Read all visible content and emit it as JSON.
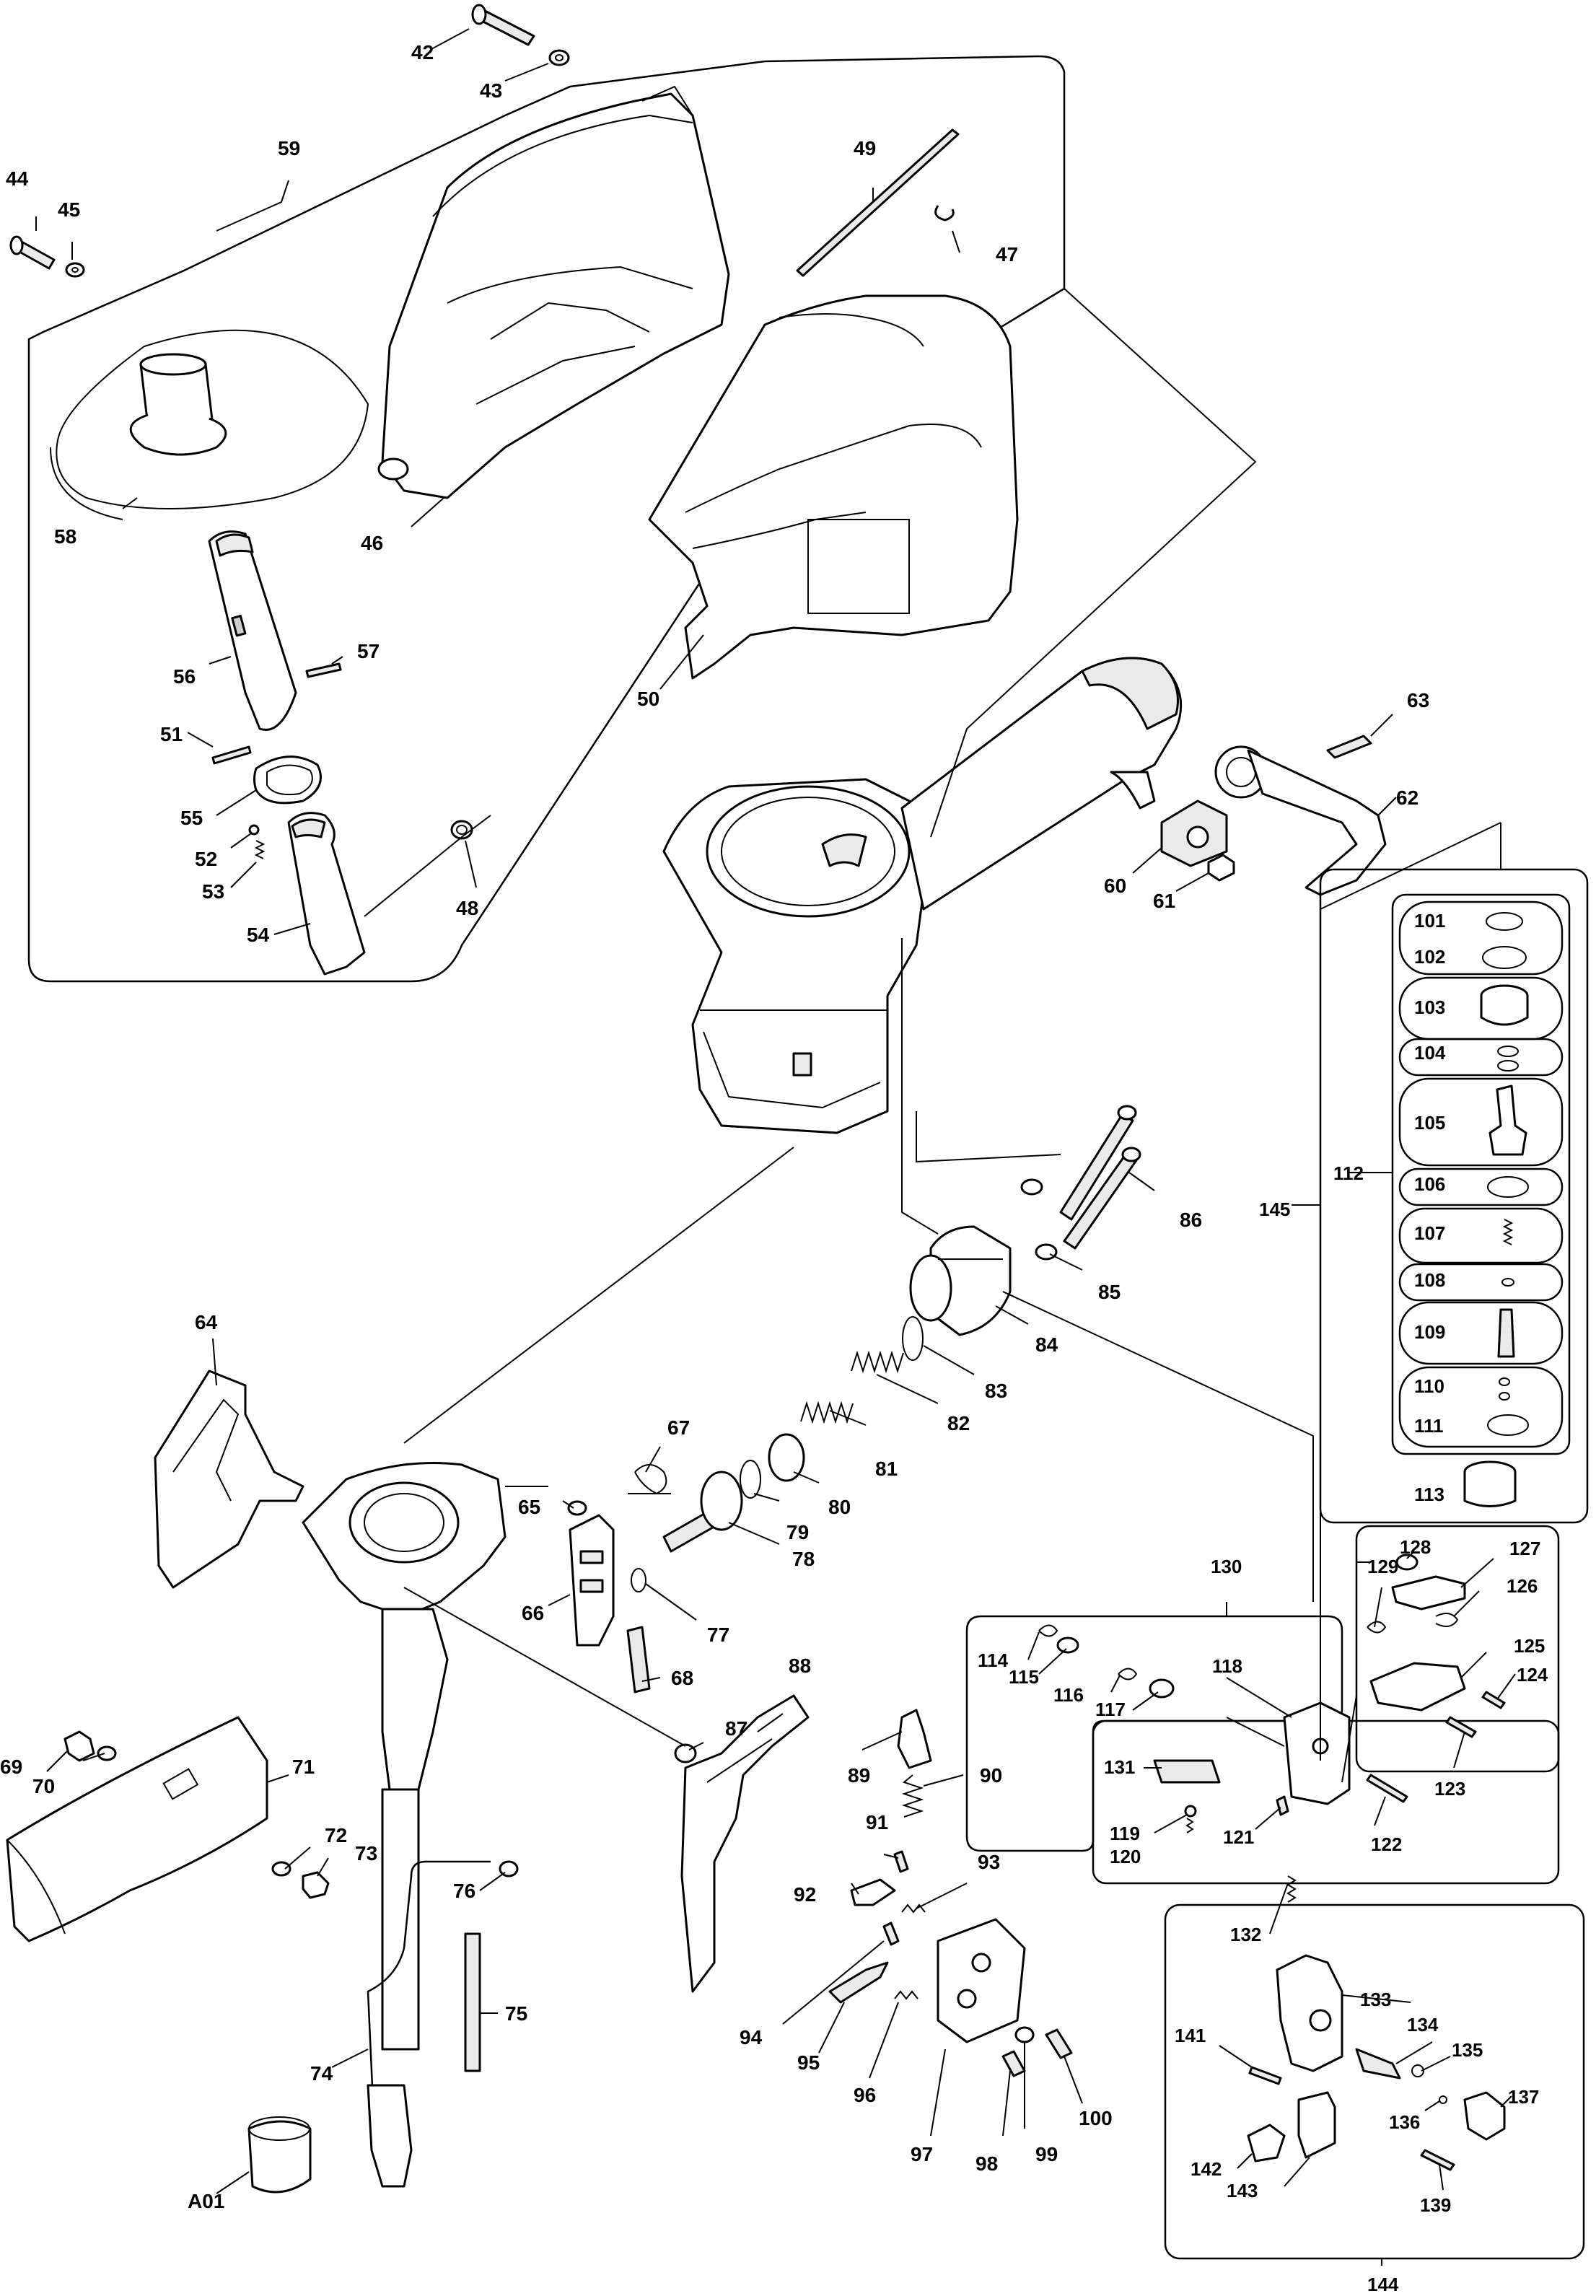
{
  "labels": {
    "n42": "42",
    "n43": "43",
    "n44": "44",
    "n45": "45",
    "n46": "46",
    "n47": "47",
    "n48": "48",
    "n49": "49",
    "n50": "50",
    "n51": "51",
    "n52": "52",
    "n53": "53",
    "n54": "54",
    "n55": "55",
    "n56": "56",
    "n57": "57",
    "n58": "58",
    "n59": "59",
    "n60": "60",
    "n61": "61",
    "n62": "62",
    "n63": "63",
    "n64": "64",
    "n65": "65",
    "n66": "66",
    "n67": "67",
    "n68": "68",
    "n69": "69",
    "n70": "70",
    "n71": "71",
    "n72": "72",
    "n73": "73",
    "n74": "74",
    "n75": "75",
    "n76": "76",
    "n77": "77",
    "n78": "78",
    "n79": "79",
    "n80": "80",
    "n81": "81",
    "n82": "82",
    "n83": "83",
    "n84": "84",
    "n85": "85",
    "n86": "86",
    "n87": "87",
    "n88": "88",
    "n89": "89",
    "n90": "90",
    "n91": "91",
    "n92": "92",
    "n93": "93",
    "n94": "94",
    "n95": "95",
    "n96": "96",
    "n97": "97",
    "n98": "98",
    "n99": "99",
    "n100": "100",
    "n101": "101",
    "n102": "102",
    "n103": "103",
    "n104": "104",
    "n105": "105",
    "n106": "106",
    "n107": "107",
    "n108": "108",
    "n109": "109",
    "n110": "110",
    "n111": "111",
    "n112": "112",
    "n113": "113",
    "n114": "114",
    "n115": "115",
    "n116": "116",
    "n117": "117",
    "n118": "118",
    "n119": "119",
    "n120": "120",
    "n121": "121",
    "n122": "122",
    "n123": "123",
    "n124": "124",
    "n125": "125",
    "n126": "126",
    "n127": "127",
    "n128": "128",
    "n129": "129",
    "n130": "130",
    "n131": "131",
    "n132": "132",
    "n133": "133",
    "n134": "134",
    "n135": "135",
    "n136": "136",
    "n137": "137",
    "n139": "139",
    "n141": "141",
    "n142": "142",
    "n143": "143",
    "n144": "144",
    "n145": "145",
    "nA01": "A01"
  }
}
